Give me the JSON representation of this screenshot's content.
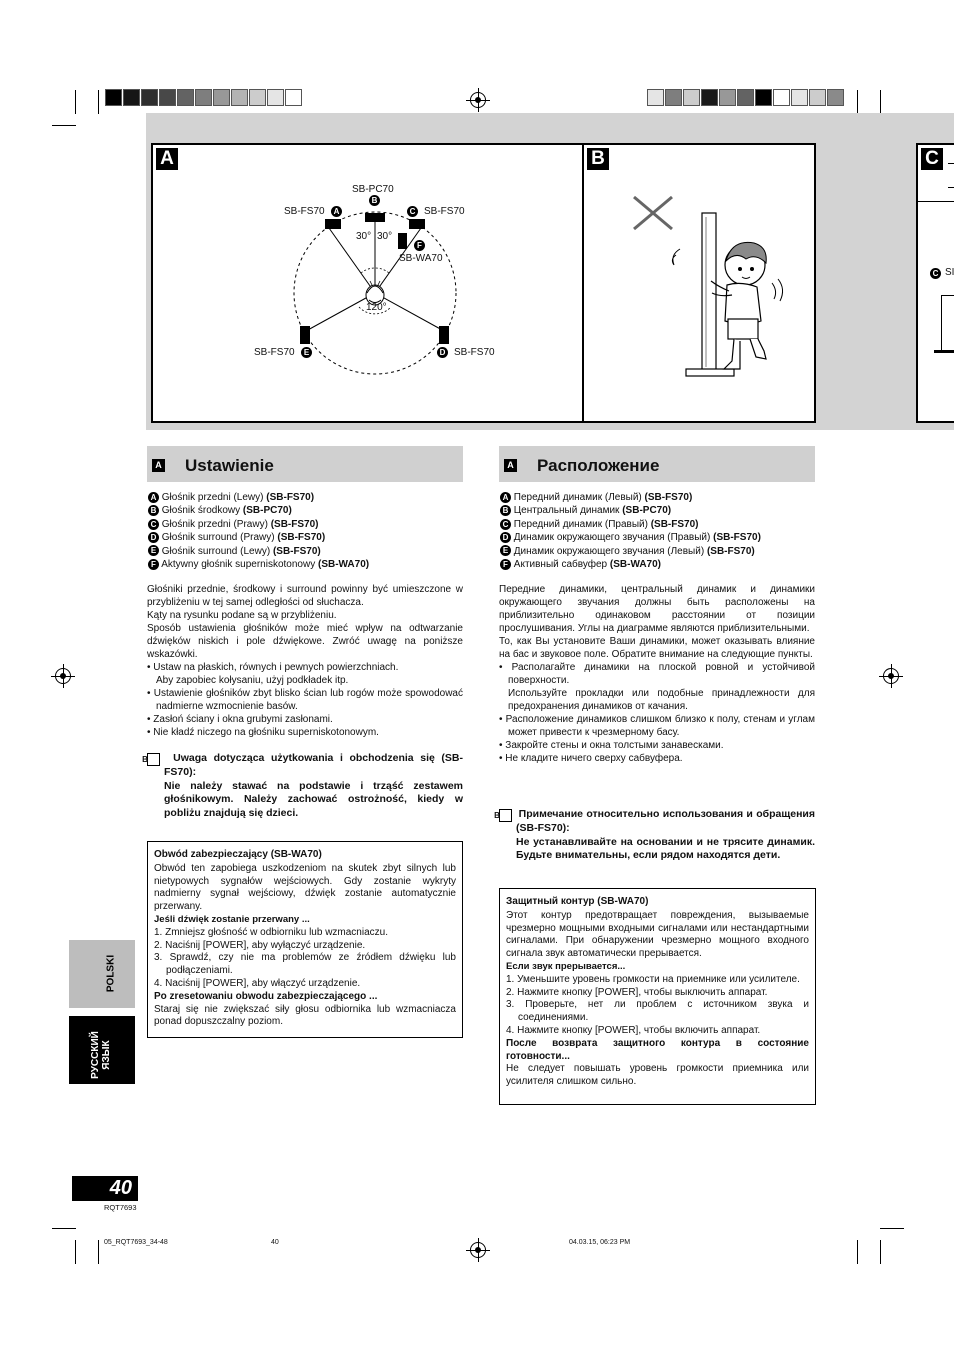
{
  "diagram_a": {
    "letter": "A",
    "sub_pc70": "SB-PC70",
    "fl": "SB-FS70",
    "fr": "SB-FS70",
    "sl": "SB-FS70",
    "sr": "SB-FS70",
    "woofer": "SB-WA70",
    "angle_l": "30°",
    "angle_r": "30°",
    "angle_rear": "120°",
    "marker_a": "A",
    "marker_b": "B",
    "marker_c": "C",
    "marker_d": "D",
    "marker_e": "E",
    "marker_f": "F"
  },
  "diagram_b": {
    "letter": "B"
  },
  "diagram_c": {
    "letter": "C",
    "marker": "C",
    "label_fragment": "SI"
  },
  "polish": {
    "tag": "A",
    "title": "Ustawienie",
    "items": [
      {
        "m": "A",
        "text": "Głośnik przedni (Lewy) ",
        "model": "(SB-FS70)"
      },
      {
        "m": "B",
        "text": "Głośnik środkowy ",
        "model": "(SB-PC70)"
      },
      {
        "m": "C",
        "text": "Głośnik przedni (Prawy) ",
        "model": "(SB-FS70)"
      },
      {
        "m": "D",
        "text": "Głośnik surround (Prawy) ",
        "model": "(SB-FS70)"
      },
      {
        "m": "E",
        "text": "Głośnik surround (Lewy) ",
        "model": "(SB-FS70)"
      },
      {
        "m": "F",
        "text": "Aktywny głośnik superniskotonowy ",
        "model": "(SB-WA70)"
      }
    ],
    "p1": "Głośniki przednie, środkowy i surround powinny być umieszczone w przybliżeniu w tej samej odległości od słuchacza.",
    "p2": "Kąty na rysunku podane są w przybliżeniu.",
    "p3": "Sposób ustawienia głośników może mieć wpływ na odtwarzanie dźwięków niskich i pole dźwiękowe. Zwróć uwagę na poniższe wskazówki.",
    "b1": "• Ustaw na płaskich, równych i pewnych powierzchniach.",
    "b1b": "Aby zapobiec kołysaniu, użyj podkładek itp.",
    "b2": "• Ustawienie głośników zbyt blisko ścian lub rogów może spowodować nadmierne wzmocnienie basów.",
    "b3": "• Zasłoń ściany i okna grubymi zasłonami.",
    "b4": "• Nie kładź niczego na głośniku superniskotonowym.",
    "warn_tag": "B",
    "warn_title": "Uwaga dotycząca użytkowania i obchodzenia się (SB-FS70):",
    "warn_text": "Nie należy stawać na podstawie i trząść zestawem głośnikowym. Należy zachować ostrożność, kiedy w pobliżu znajdują się dzieci.",
    "box_title": "Obwód zabezpieczający (SB-WA70)",
    "box_p1": "Obwód ten zapobiega uszkodzeniom na skutek zbyt silnych lub nietypowych sygnałów wejściowych. Gdy zostanie wykryty nadmierny sygnał wejściowy, dźwięk zostanie automatycznie przerwany.",
    "box_h2": "Jeśli dźwięk zostanie przerwany ...",
    "box_s1": "1. Zmniejsz głośność w odbiorniku lub wzmacniaczu.",
    "box_s2": "2. Naciśnij [POWER], aby wyłączyć urządzenie.",
    "box_s3": "3. Sprawdź, czy nie ma problemów ze źródłem dźwięku lub podłączeniami.",
    "box_s4": "4. Naciśnij [POWER], aby włączyć urządzenie.",
    "box_h3": "Po zresetowaniu obwodu zabezpieczającego ...",
    "box_p2": "Staraj się nie zwiększać siły głosu odbiornika lub wzmacniacza ponad dopuszczalny poziom."
  },
  "russian": {
    "tag": "A",
    "title": "Расположение",
    "items": [
      {
        "m": "A",
        "text": "Передний динамик (Левый) ",
        "model": "(SB-FS70)"
      },
      {
        "m": "B",
        "text": "Центральный динамик ",
        "model": "(SB-PC70)"
      },
      {
        "m": "C",
        "text": "Передний динамик (Правый) ",
        "model": "(SB-FS70)"
      },
      {
        "m": "D",
        "text": "Динамик окружающего звучания (Правый) ",
        "model": "(SB-FS70)"
      },
      {
        "m": "E",
        "text": "Динамик окружающего звучания (Левый) ",
        "model": "(SB-FS70)"
      },
      {
        "m": "F",
        "text": "Активный сабвуфер ",
        "model": "(SB-WA70)"
      }
    ],
    "p1": "Передние динамики, центральный динамик и динамики окружающего звучания должны быть расположены на приблизительно одинаковом расстоянии от позиции прослушивания. Углы на диаграмме являются приблизительными.",
    "p2": "То, как Вы установите Ваши динамики, может оказывать влияние на бас и звуковое поле. Обратите внимание на следующие пункты.",
    "b1": "• Располагайте динамики на плоской ровной и устойчивой поверхности.",
    "b1b": "Используйте прокладки или подобные принадлежности для предохранения динамиков от качания.",
    "b2": "• Расположение динамиков слишком близко к полу, стенам и углам может привести к чрезмерному басу.",
    "b3": "• Закройте стены и окна толстыми занавесками.",
    "b4": "• Не кладите ничего сверху сабвуфера.",
    "warn_tag": "B",
    "warn_title": "Примечание относительно использования и обращения (SB-FS70):",
    "warn_text": "Не устанавливайте на основании и не трясите динамик. Будьте внимательны, если рядом находятся дети.",
    "box_title": "Защитный контур (SB-WA70)",
    "box_p1": "Этот контур предотвращает повреждения, вызываемые чрезмерно мощными входными сигналами или нестандартными сигналами. При обнаружении чрезмерно мощного входного сигнала звук автоматически прерывается.",
    "box_h2": "Если звук прерывается...",
    "box_s1": "1. Уменьшите уровень громкости на приемнике или усилителе.",
    "box_s2": "2. Нажмите кнопку [POWER], чтобы выключить аппарат.",
    "box_s3": "3. Проверьте, нет ли проблем с источником звука и соединениями.",
    "box_s4": "4. Нажмите кнопку [POWER], чтобы включить аппарат.",
    "box_h3": "После возврата защитного контура в состояние готовности...",
    "box_p2": "Не следует повышать уровень громкости приемника или усилителя слишком сильно."
  },
  "side_tabs": {
    "polski": "POLSKI",
    "russian_l1": "РУССКИЙ",
    "russian_l2": "ЯЗЫК"
  },
  "page_number": "40",
  "model_code": "RQT7693",
  "footer": {
    "file": "05_RQT7693_34-48",
    "page": "40",
    "date": "04.03.15, 06:23 PM"
  }
}
